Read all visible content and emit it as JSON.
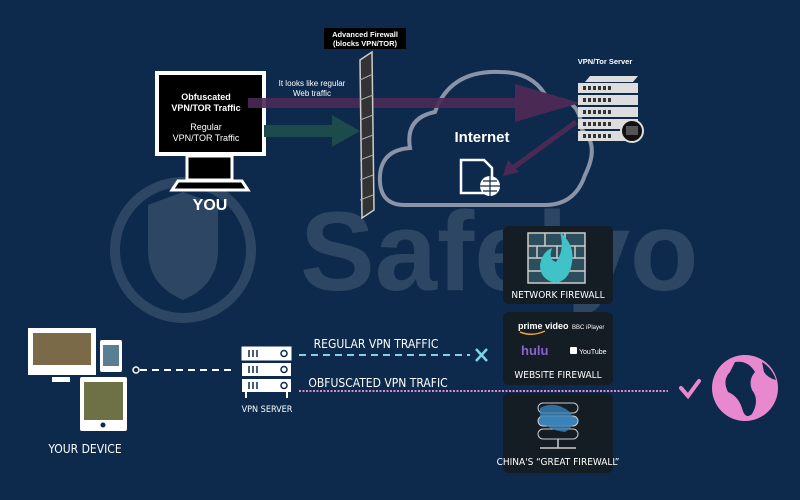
{
  "top": {
    "firewall_label_line1": "Advanced Firewall",
    "firewall_label_line2": "(blocks VPN/TOR)",
    "monitor_obf_line1": "Obfuscated",
    "monitor_obf_line2": "VPN/TOR Traffic",
    "monitor_reg_line1": "Regular",
    "monitor_reg_line2": "VPN/TOR Traffic",
    "looks_like_line1": "It looks like regular",
    "looks_like_line2": "Web traffic",
    "you_label": "YOU",
    "internet_label": "Internet",
    "server_label": "VPN/Tor Server"
  },
  "watermark": "Safelyo",
  "bottom": {
    "device_label": "YOUR DEVICE",
    "vpn_server_label": "VPN SERVER",
    "regular_traffic": "REGULAR VPN TRAFFIC",
    "obfuscated_traffic": "OBFUSCATED VPN TRAFIC",
    "network_firewall": "NETWORK FIREWALL",
    "website_firewall": "WEBSITE FIREWALL",
    "china_firewall": "CHINA'S “GREAT FIREWALL”",
    "logos": [
      "prime video",
      "BBC iPlayer",
      "hulu",
      "YouTube"
    ]
  },
  "colors": {
    "background": "#0d2a4d",
    "obfuscated_arrow": "#4a2a55",
    "regular_arrow": "#1d4a4a",
    "regular_line": "#7fd3e6",
    "obfuscated_line": "#d98bd0",
    "globe": "#e889cf",
    "flame": "#3fc3c9"
  }
}
